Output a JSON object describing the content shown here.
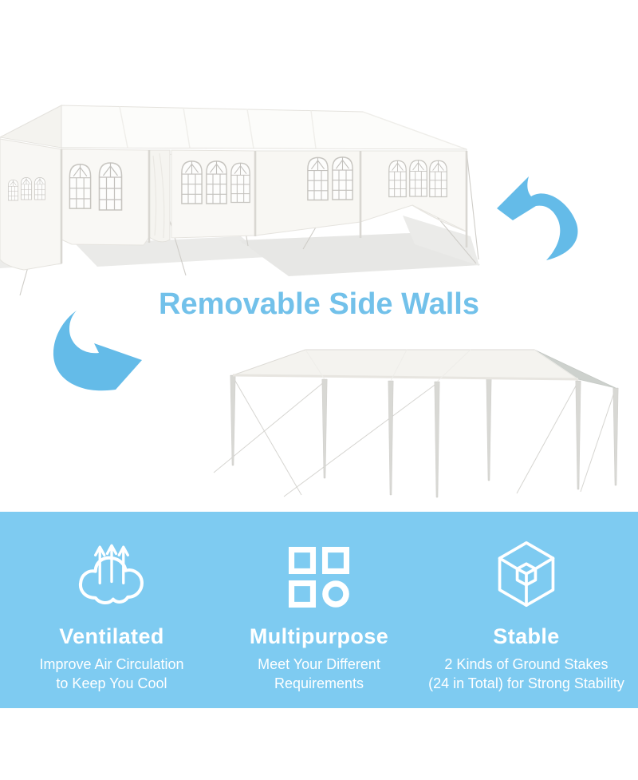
{
  "page": {
    "background": "#ffffff"
  },
  "hero": {
    "headline": "Removable Side Walls",
    "headline_color": "#72c1ea",
    "arrow_color": "#64bbe8",
    "illustration_top": "white-canopy-tent-with-removable-side-walls",
    "illustration_bottom": "white-canopy-tent-frame-walls-removed",
    "arrow_icons": [
      "curved-arrow-up-left",
      "curved-arrow-down-right"
    ]
  },
  "features": {
    "background_color": "#7ecbf1",
    "text_color": "#ffffff",
    "items": [
      {
        "icon": "ventilated-cloud-arrows-icon",
        "title": "Ventilated",
        "lines": [
          "Improve Air Circulation",
          "to Keep You Cool"
        ]
      },
      {
        "icon": "multipurpose-squares-circle-icon",
        "title": "Multipurpose",
        "lines": [
          "Meet Your Different",
          "Requirements"
        ]
      },
      {
        "icon": "stable-cube-icon",
        "title": "Stable",
        "lines": [
          "2 Kinds of Ground Stakes",
          "(24 in Total) for Strong Stability"
        ]
      }
    ]
  }
}
